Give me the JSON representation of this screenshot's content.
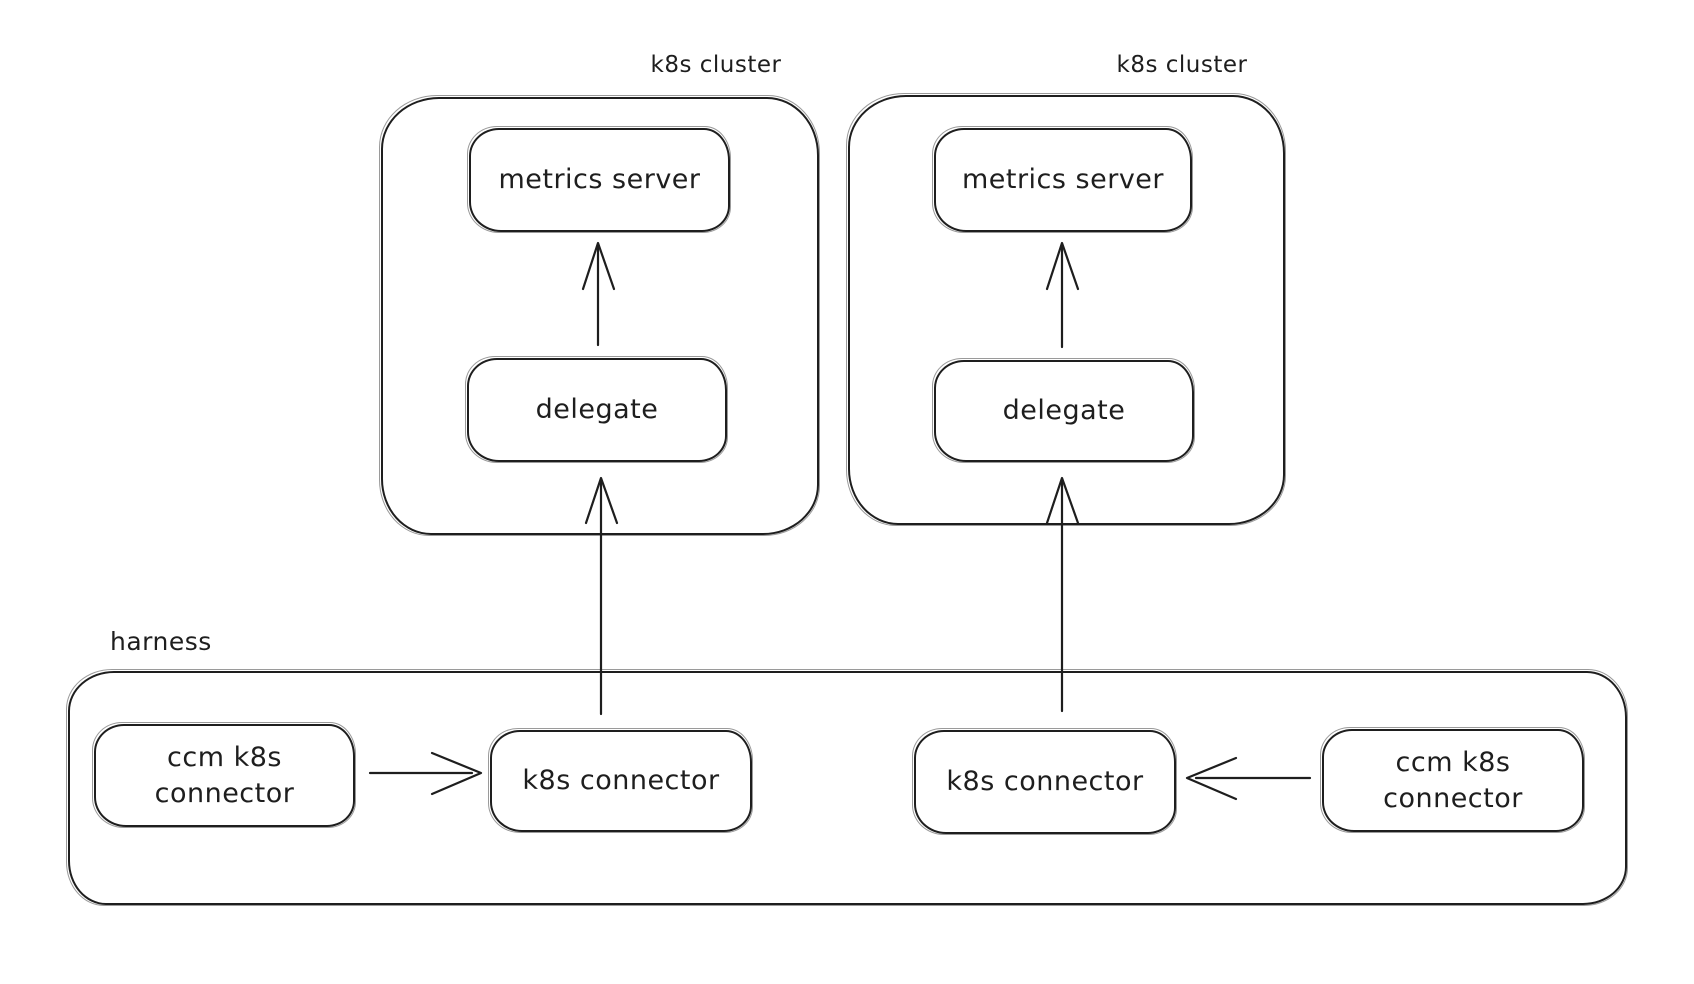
{
  "diagram_title": "",
  "colors": {
    "stroke": "#1e1e1e",
    "background": "#ffffff"
  },
  "clusters": [
    {
      "label": "k8s cluster",
      "metrics_server_label": "metrics server",
      "delegate_label": "delegate"
    },
    {
      "label": "k8s cluster",
      "metrics_server_label": "metrics server",
      "delegate_label": "delegate"
    }
  ],
  "harness": {
    "label": "harness",
    "left_group": {
      "ccm_lines": [
        "ccm k8s",
        "connector"
      ],
      "ccm_connector_label": "ccm k8s connector",
      "k8s_connector_label": "k8s connector"
    },
    "right_group": {
      "ccm_lines": [
        "ccm k8s",
        "connector"
      ],
      "ccm_connector_label": "ccm k8s connector",
      "k8s_connector_label": "k8s connector"
    }
  },
  "edges": [
    {
      "from": "delegate (cluster 1)",
      "to": "metrics server (cluster 1)",
      "direction": "up",
      "arrowhead": "open-chevron"
    },
    {
      "from": "delegate (cluster 2)",
      "to": "metrics server (cluster 2)",
      "direction": "up",
      "arrowhead": "open-chevron"
    },
    {
      "from": "k8s connector (harness left)",
      "to": "delegate (cluster 1)",
      "direction": "up",
      "arrowhead": "open-chevron"
    },
    {
      "from": "k8s connector (harness right)",
      "to": "delegate (cluster 2)",
      "direction": "up",
      "arrowhead": "open-chevron"
    },
    {
      "from": "ccm k8s connector (harness left)",
      "to": "k8s connector (harness left)",
      "direction": "right",
      "arrowhead": "open-chevron"
    },
    {
      "from": "ccm k8s connector (harness right)",
      "to": "k8s connector (harness right)",
      "direction": "left",
      "arrowhead": "open-chevron"
    }
  ]
}
